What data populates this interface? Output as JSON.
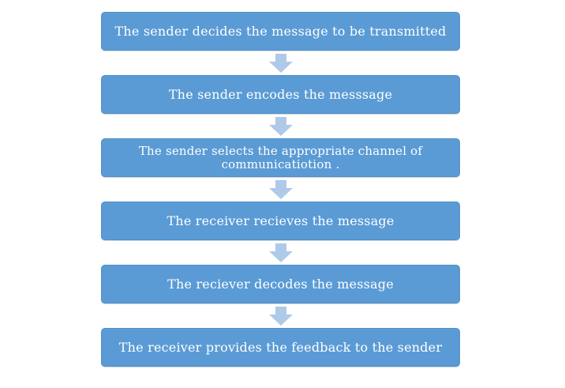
{
  "flowchart": {
    "steps": [
      {
        "label": "The sender decides the message to be transmitted"
      },
      {
        "label": "The sender encodes the messsage"
      },
      {
        "label": "The sender selects the appropriate channel of communicatiotion ."
      },
      {
        "label": "The receiver recieves the message"
      },
      {
        "label": "The reciever decodes the message"
      },
      {
        "label": "The receiver provides the feedback to the sender"
      }
    ],
    "colors": {
      "background": "#FFFFFF",
      "box_fill": "#5B9BD5",
      "box_border": "#538FC6",
      "arrow_fill": "#AFC9E8",
      "text": "#FFFFFF"
    }
  }
}
